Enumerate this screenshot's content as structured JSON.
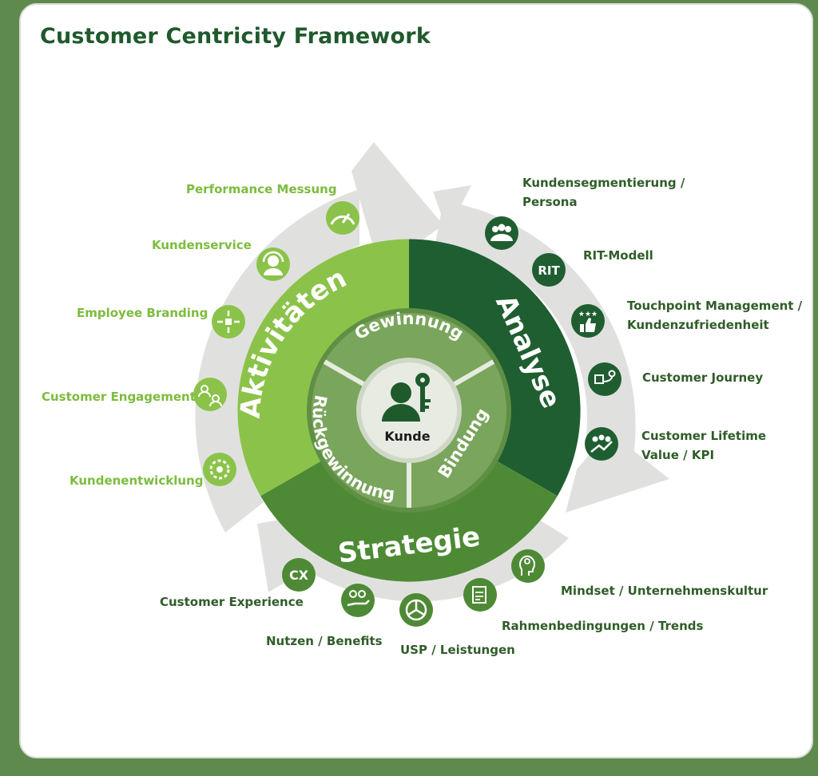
{
  "title": "Customer Centricity Framework",
  "center": {
    "label": "Kunde"
  },
  "segments": {
    "aktivitaeten": "Aktivitäten",
    "analyse": "Analyse",
    "strategie": "Strategie"
  },
  "inner_segments": {
    "gewinnung": "Gewinnung",
    "bindung": "Bindung",
    "rueckgewinnung": "Rückgewinnung"
  },
  "aktivitaeten_items": [
    {
      "label": "Performance Messung",
      "icon": "speedometer-icon"
    },
    {
      "label": "Kundenservice",
      "icon": "headset-icon"
    },
    {
      "label": "Employee Branding",
      "icon": "arrows-inward-icon"
    },
    {
      "label": "Customer Engagement",
      "icon": "users-exchange-icon"
    },
    {
      "label": "Kundenentwicklung",
      "icon": "gear-people-icon"
    }
  ],
  "analyse_items": [
    {
      "line1": "Kundensegmentierung /",
      "line2": "Persona",
      "icon": "group-icon"
    },
    {
      "line1": "RIT-Modell",
      "line2": "",
      "icon": "rit-icon",
      "icon_text": "RIT"
    },
    {
      "line1": "Touchpoint Management /",
      "line2": "Kundenzufriedenheit",
      "icon": "thumbs-up-stars-icon"
    },
    {
      "line1": "Customer Journey",
      "line2": "",
      "icon": "journey-map-icon"
    },
    {
      "line1": "Customer Lifetime",
      "line2": "Value / KPI",
      "icon": "growth-icon"
    }
  ],
  "strategie_items": [
    {
      "label": "Customer Experience",
      "icon": "cx-icon",
      "icon_text": "CX"
    },
    {
      "label": "Nutzen / Benefits",
      "icon": "hand-coins-icon"
    },
    {
      "label": "USP / Leistungen",
      "icon": "pie-chart-icon"
    },
    {
      "label": "Rahmenbedingungen / Trends",
      "icon": "clipboard-icon"
    },
    {
      "label": "Mindset / Unternehmenskultur",
      "icon": "head-gears-icon"
    }
  ],
  "colors": {
    "light_green": "#8bc34a",
    "dark_green": "#1f5e31",
    "mid_green": "#4e8a35",
    "inner_green": "#7aa55c",
    "grey_arrow": "#e0e1df"
  }
}
